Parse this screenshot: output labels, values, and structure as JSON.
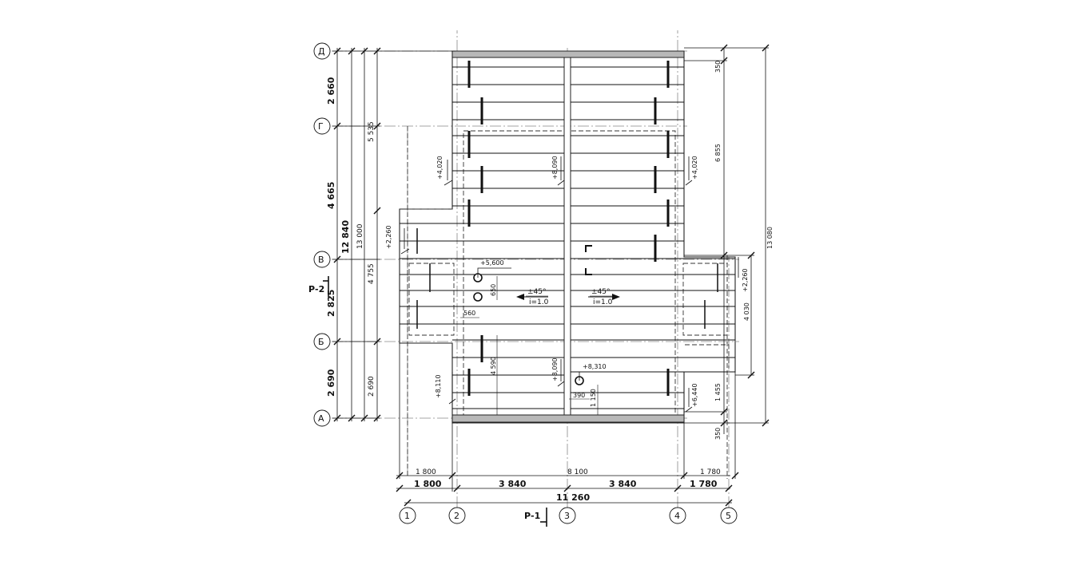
{
  "axes": {
    "vertical": [
      "1",
      "2",
      "3",
      "4",
      "5"
    ],
    "horizontal": [
      "Д",
      "Г",
      "В",
      "Б",
      "А"
    ]
  },
  "dims_left_bold": [
    "2 660",
    "4 665",
    "2 825",
    "2 690"
  ],
  "dim_total_left": "12 840",
  "dims_left_thin": [
    "5 535",
    "13 000",
    "4 755",
    "2 690"
  ],
  "dims_bottom_thin": [
    "1 800",
    "8 100",
    "1 780"
  ],
  "dims_bottom_bold": [
    "1 800",
    "3 840",
    "3 840",
    "1 780"
  ],
  "dim_total_bottom": "11 260",
  "dims_right": [
    "350",
    "6 855",
    "13 080",
    "4 030",
    "1 455",
    "350"
  ],
  "levels": [
    "+4,020",
    "+8,090",
    "+4,020",
    "+2,260",
    "+5,600",
    "+2,260",
    "+8,110",
    "+8,090",
    "+8,310",
    "+6,440"
  ],
  "inner_dims": [
    "650",
    "560",
    "4 590",
    "390",
    "1 150"
  ],
  "slopes": [
    {
      "angle": "±45°",
      "ratio": "i=1.0"
    },
    {
      "angle": "±45°",
      "ratio": "i=1.0"
    }
  ],
  "section_marks": [
    "Р-1",
    "Р-2"
  ]
}
